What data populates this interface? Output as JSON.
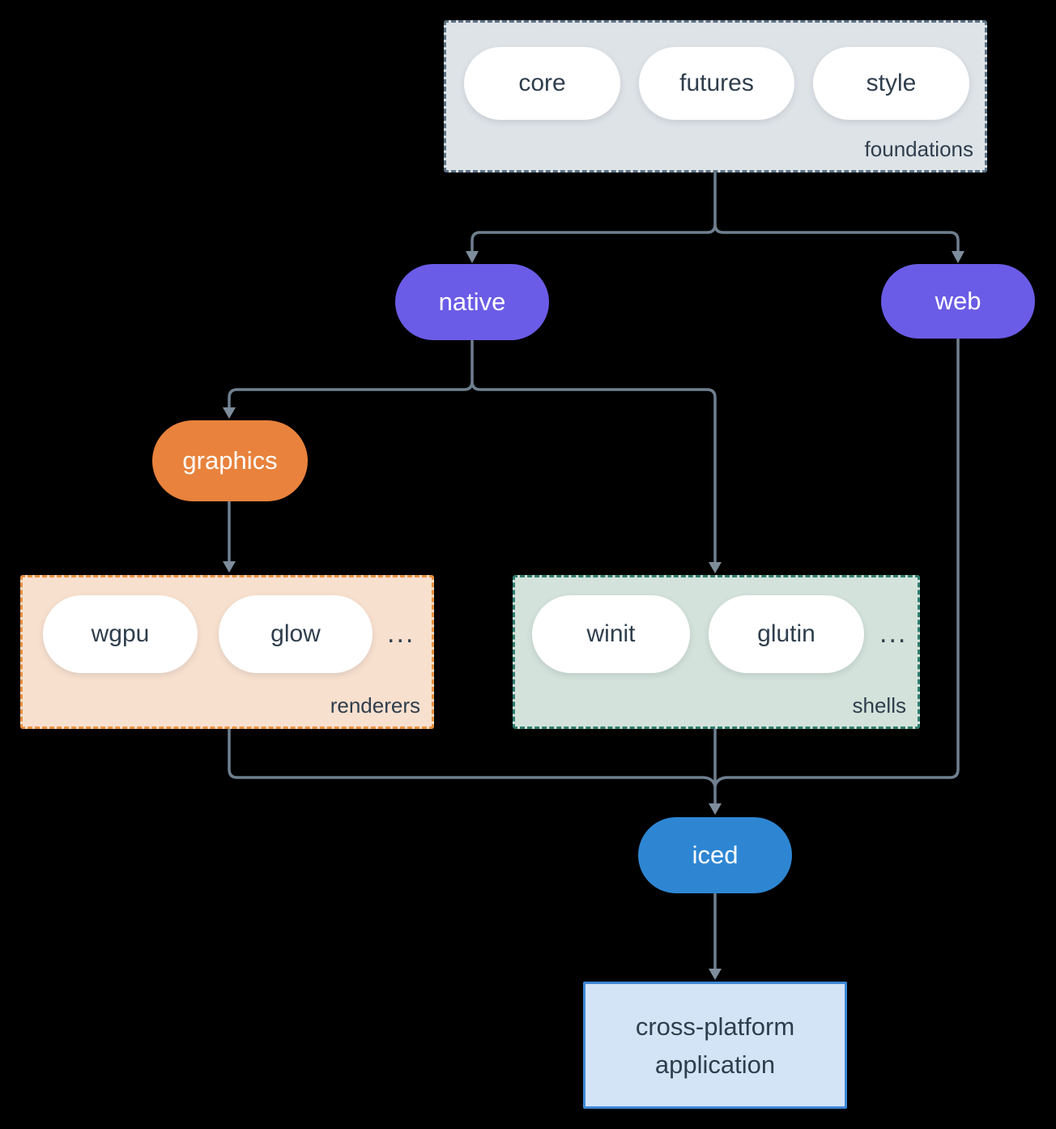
{
  "colors": {
    "background": "#000000",
    "line": "#6f7f8f",
    "arrow": "#7e8d9c",
    "pill_bg": "#ffffff",
    "text_dark": "#2f3e4d",
    "purple": "#6a5ce6",
    "orange": "#e8823c",
    "blue": "#2e86d3",
    "foundations_bg": "#dee3e7",
    "foundations_border": "#5d7285",
    "renderers_bg": "#f8e0ce",
    "renderers_border": "#e8913f",
    "shells_bg": "#d3e2da",
    "shells_border": "#2e7d6e",
    "app_bg": "#d4e4f7",
    "app_border": "#3e87d6"
  },
  "groups": {
    "foundations": {
      "label": "foundations",
      "pills": [
        "core",
        "futures",
        "style"
      ]
    },
    "renderers": {
      "label": "renderers",
      "pills": [
        "wgpu",
        "glow"
      ],
      "ellipsis": "..."
    },
    "shells": {
      "label": "shells",
      "pills": [
        "winit",
        "glutin"
      ],
      "ellipsis": "..."
    }
  },
  "nodes": {
    "native": "native",
    "web": "web",
    "graphics": "graphics",
    "iced": "iced",
    "application_line1": "cross-platform",
    "application_line2": "application"
  }
}
